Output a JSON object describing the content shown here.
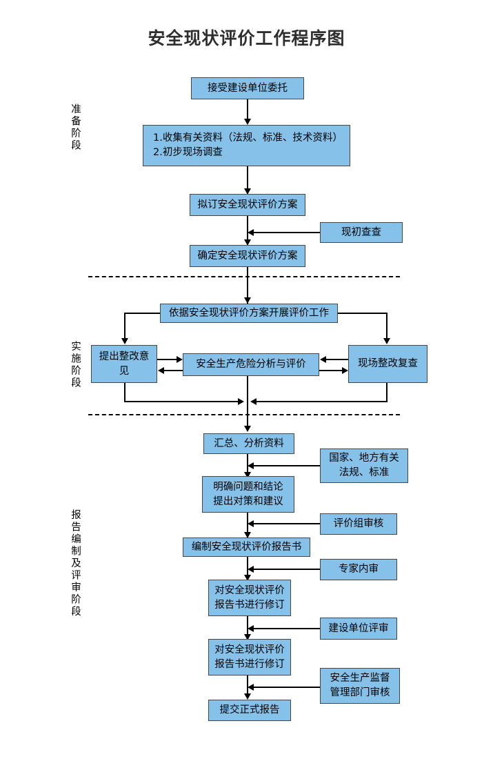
{
  "title": "安全现状评价工作程序图",
  "stages": [
    {
      "id": "preparation",
      "label": "准备阶段"
    },
    {
      "id": "implementation",
      "label": "实施阶段"
    },
    {
      "id": "reporting-review",
      "label": "报告编制及评审阶段"
    }
  ],
  "nodes": {
    "accept_commission": "接受建设单位委托",
    "collect_data": "1.收集有关资料（法规、标准、技术资料）\n2.初步现场调查",
    "draft_plan": "拟订安全现状评价方案",
    "preliminary_survey": "现初查查",
    "confirm_plan": "确定安全现状评价方案",
    "carry_out_evaluation": "依据安全现状评价方案开展评价工作",
    "rectification_opinion": "提出整改意见",
    "hazard_analysis": "安全生产危险分析与评价",
    "onsite_recheck": "现场整改复查",
    "summarize_data": "汇总、分析资料",
    "national_local_regs": "国家、地方有关\n法规、标准",
    "clarify_problems": "明确问题和结论\n提出对策和建议",
    "team_review": "评价组审核",
    "compile_report": "编制安全现状评价报告书",
    "expert_internal_review": "专家内审",
    "revise_report_1": "对安全现状评价\n报告书进行修订",
    "client_review": "建设单位评审",
    "revise_report_2": "对安全现状评价\n报告书进行修订",
    "supervision_review": "安全生产监督\n管理部门审核",
    "submit_report": "提交正式报告"
  },
  "colors": {
    "node_fill": "#85C1E9",
    "node_border": "#41464b",
    "connector": "#000000",
    "title_text": "#2e2e2e",
    "background": "#ffffff"
  }
}
